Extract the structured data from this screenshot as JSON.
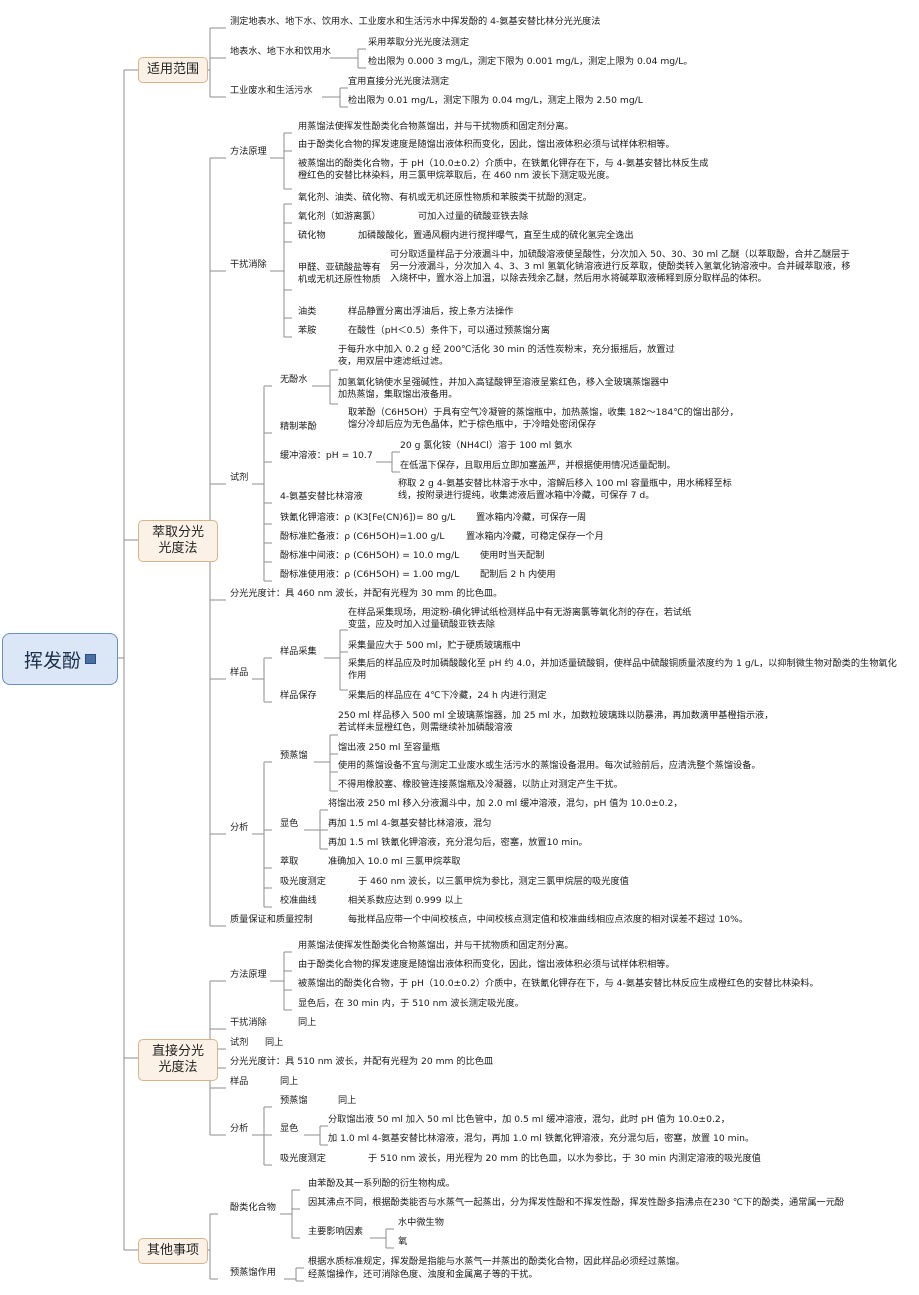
{
  "root": {
    "title": "挥发酚",
    "icon": "note-icon"
  },
  "colors": {
    "line": "#8c8c8c",
    "accent": "#4a6fa5",
    "section_bg": "#fbf1e6"
  },
  "sections": {
    "scope": "适用范围",
    "extraction": "萃取分光光度法",
    "direct": "直接分光光度法",
    "other": "其他事项"
  },
  "scope": {
    "intro": "测定地表水、地下水、饮用水、工业废水和生活污水中挥发酚的 4-氨基安替比林分光光度法",
    "surface": {
      "label": "地表水、地下水和饮用水",
      "method": "采用萃取分光光度法测定",
      "limit": "检出限为 0.000 3 mg/L，测定下限为 0.001 mg/L，测定上限为 0.04 mg/L。"
    },
    "waste": {
      "label": "工业废水和生活污水",
      "method": "宜用直接分光光度法测定",
      "limit": "检出限为 0.01 mg/L，测定下限为 0.04 mg/L，测定上限为 2.50 mg/L"
    }
  },
  "ext": {
    "principle": {
      "label": "方法原理",
      "p1": "用蒸馏法使挥发性酚类化合物蒸馏出，并与干扰物质和固定剂分离。",
      "p2": "由于酚类化合物的挥发速度是随馏出液体积而变化，因此，馏出液体积必须与试样体积相等。",
      "p3": "被蒸馏出的酚类化合物，于 pH（10.0±0.2）介质中，在铁氰化钾存在下，与 4-氨基安替比林反生成橙红色的安替比林染料，用三氯甲烷萃取后，在 460 nm 波长下测定吸光度。"
    },
    "interference": {
      "label": "干扰消除",
      "intro": "氧化剂、油类、硫化物、有机或无机还原性物质和苯胺类干扰酚的测定。",
      "oxidant_label": "氧化剂（如游离氯）",
      "oxidant": "可加入过量的硫酸亚铁去除",
      "sulfide_label": "硫化物",
      "sulfide": "加磷酸酸化，置通风橱内进行搅拌曝气，直至生成的硫化氢完全逸出",
      "reducing_label": "甲醛、亚硫酸盐等有机或无机还原性物质",
      "reducing": "可分取适量样品于分液漏斗中，加硫酸溶液使呈酸性，分次加入 50、30、30 ml 乙醚（以萃取酚，合并乙醚层于另一分液漏斗，分次加入 4、3、3 ml 氢氧化钠溶液进行反萃取，使酚类转入氢氧化钠溶液中。合并碱萃取液，移入烧杯中，置水浴上加温，以除去残余乙醚，然后用水将碱萃取液稀释到原分取样品的体积。",
      "oil_label": "油类",
      "oil": "样品静置分离出浮油后，按上条方法操作",
      "aniline_label": "苯胺",
      "aniline": "在酸性（pH＜0.5）条件下，可以通过预蒸馏分离"
    },
    "reagents": {
      "label": "试剂",
      "phenol_free_label": "无酚水",
      "phenol_free_1": "于每升水中加入 0.2 g 经 200℃活化 30 min 的活性炭粉末，充分振摇后，放置过夜，用双层中速滤纸过滤。",
      "phenol_free_2": "加氢氧化钠使水呈强碱性，并加入高锰酸钾至溶液呈紫红色，移入全玻璃蒸馏器中加热蒸馏，集取馏出液备用。",
      "refined_label": "精制苯酚",
      "refined": "取苯酚（C6H5OH）于具有空气冷凝管的蒸馏瓶中，加热蒸馏，收集 182～184℃的馏出部分，馏分冷却后应为无色晶体，贮于棕色瓶中，于冷暗处密闭保存",
      "buffer_label": "缓冲溶液：pH = 10.7",
      "buffer_1": "20 g 氯化铵（NH4Cl）溶于 100 ml 氨水",
      "buffer_2": "在低温下保存，且取用后立即加塞盖严，并根据使用情况适量配制。",
      "aap_label": "4-氨基安替比林溶液",
      "aap": "称取 2 g 4-氨基安替比林溶于水中，溶解后移入 100 ml 容量瓶中，用水稀释至标线，按附录进行提纯，收集滤液后置冰箱中冷藏，可保存 7 d。",
      "ferri_label": "铁氰化钾溶液：ρ (K3[Fe(CN)6])= 80 g/L",
      "ferri": "置冰箱内冷藏，可保存一周",
      "stock_label": "酚标准贮备液：ρ (C6H5OH)=1.00 g/L",
      "stock": "置冰箱内冷藏，可稳定保存一个月",
      "mid_label": "酚标准中间液：ρ (C6H5OH) = 10.0 mg/L",
      "mid": "使用时当天配制",
      "use_label": "酚标准使用液：ρ (C6H5OH) = 1.00 mg/L",
      "use": "配制后 2 h 内使用"
    },
    "spectro": "分光光度计：具 460 nm 波长，并配有光程为 30 mm 的比色皿。",
    "sample": {
      "label": "样品",
      "collect_label": "样品采集",
      "collect_1": "在样品采集现场，用淀粉-碘化钾试纸检测样品中有无游离氯等氧化剂的存在，若试纸变蓝，应及时加入过量硫酸亚铁去除",
      "collect_2": "采集量应大于 500 ml，贮于硬质玻璃瓶中",
      "collect_3": "采集后的样品应及时加磷酸酸化至 pH 约 4.0，并加适量硫酸铜，使样品中硫酸铜质量浓度约为 1 g/L，以抑制微生物对酚类的生物氧化作用",
      "store_label": "样品保存",
      "store": "采集后的样品应在 4℃下冷藏，24 h 内进行测定"
    },
    "analysis": {
      "label": "分析",
      "predistill_label": "预蒸馏",
      "pd_1": "250 ml 样品移入 500 ml 全玻璃蒸馏器，加 25 ml 水，加数粒玻璃珠以防暴沸，再加数滴甲基橙指示液，若试样未显橙红色，则需继续补加磷酸溶液",
      "pd_2": "馏出液 250 ml 至容量瓶",
      "pd_3": "使用的蒸馏设备不宜与测定工业废水或生活污水的蒸馏设备混用。每次试验前后，应清洗整个蒸馏设备。",
      "pd_4": "不得用橡胶塞、橡胶管连接蒸馏瓶及冷凝器，以防止对测定产生干扰。",
      "color_label": "显色",
      "c_1": "将馏出液 250 ml 移入分液漏斗中，加 2.0 ml 缓冲溶液，混匀，pH 值为 10.0±0.2，",
      "c_2": "再加 1.5 ml 4-氨基安替比林溶液，混匀",
      "c_3": "再加 1.5 ml 铁氰化钾溶液，充分混匀后，密塞，放置10 min。",
      "extract_label": "萃取",
      "extract": "准确加入 10.0 ml 三氯甲烷萃取",
      "abs_label": "吸光度测定",
      "abs": "于 460 nm 波长，以三氯甲烷为参比，测定三氯甲烷层的吸光度值",
      "curve_label": "校准曲线",
      "curve": "相关系数应达到 0.999 以上"
    },
    "qa_label": "质量保证和质量控制",
    "qa": "每批样品应带一个中间校核点，中间校核点测定值和校准曲线相应点浓度的相对误差不超过 10%。"
  },
  "dir": {
    "principle": {
      "label": "方法原理",
      "p1": "用蒸馏法使挥发性酚类化合物蒸馏出，并与干扰物质和固定剂分离。",
      "p2": "由于酚类化合物的挥发速度是随馏出液体积而变化，因此，馏出液体积必须与试样体积相等。",
      "p3": "被蒸馏出的酚类化合物，于 pH（10.0±0.2）介质中，在铁氰化钾存在下，与 4-氨基安替比林反应生成橙红色的安替比林染料。",
      "p4": "显色后，在 30 min 内，于 510 nm 波长测定吸光度。"
    },
    "interference_label": "干扰消除",
    "interference": "同上",
    "reagents_label": "试剂",
    "reagents": "同上",
    "spectro": "分光光度计：具 510 nm 波长，并配有光程为 20 mm 的比色皿",
    "sample_label": "样品",
    "sample": "同上",
    "analysis": {
      "label": "分析",
      "predistill_label": "预蒸馏",
      "predistill": "同上",
      "color_label": "显色",
      "c_1": "分取馏出液 50 ml 加入 50 ml 比色管中，加 0.5 ml 缓冲溶液，混匀，此时 pH 值为 10.0±0.2，",
      "c_2": "加 1.0 ml 4-氨基安替比林溶液，混匀，再加 1.0 ml 铁氰化钾溶液，充分混匀后，密塞，放置 10 min。",
      "abs_label": "吸光度测定",
      "abs": "于 510 nm 波长，用光程为 20 mm 的比色皿，以水为参比，于 30 min 内测定溶液的吸光度值"
    }
  },
  "other": {
    "phenols_label": "酚类化合物",
    "ph_1": "由苯酚及其一系列酚的衍生物构成。",
    "ph_2": "因其沸点不同，根据酚类能否与水蒸气一起蒸出，分为挥发性酚和不挥发性酚，挥发性酚多指沸点在230 ℃下的酚类，通常属一元酚",
    "factors_label": "主要影响因素",
    "f_1": "水中微生物",
    "f_2": "氧",
    "predistill_label": "预蒸馏作用",
    "pd_1": "根据水质标准规定，挥发酚是指能与水蒸气一并蒸出的酚类化合物，因此样品必须经过蒸馏。",
    "pd_2": "经蒸馏操作，还可消除色度、浊度和金属离子等的干扰。"
  }
}
